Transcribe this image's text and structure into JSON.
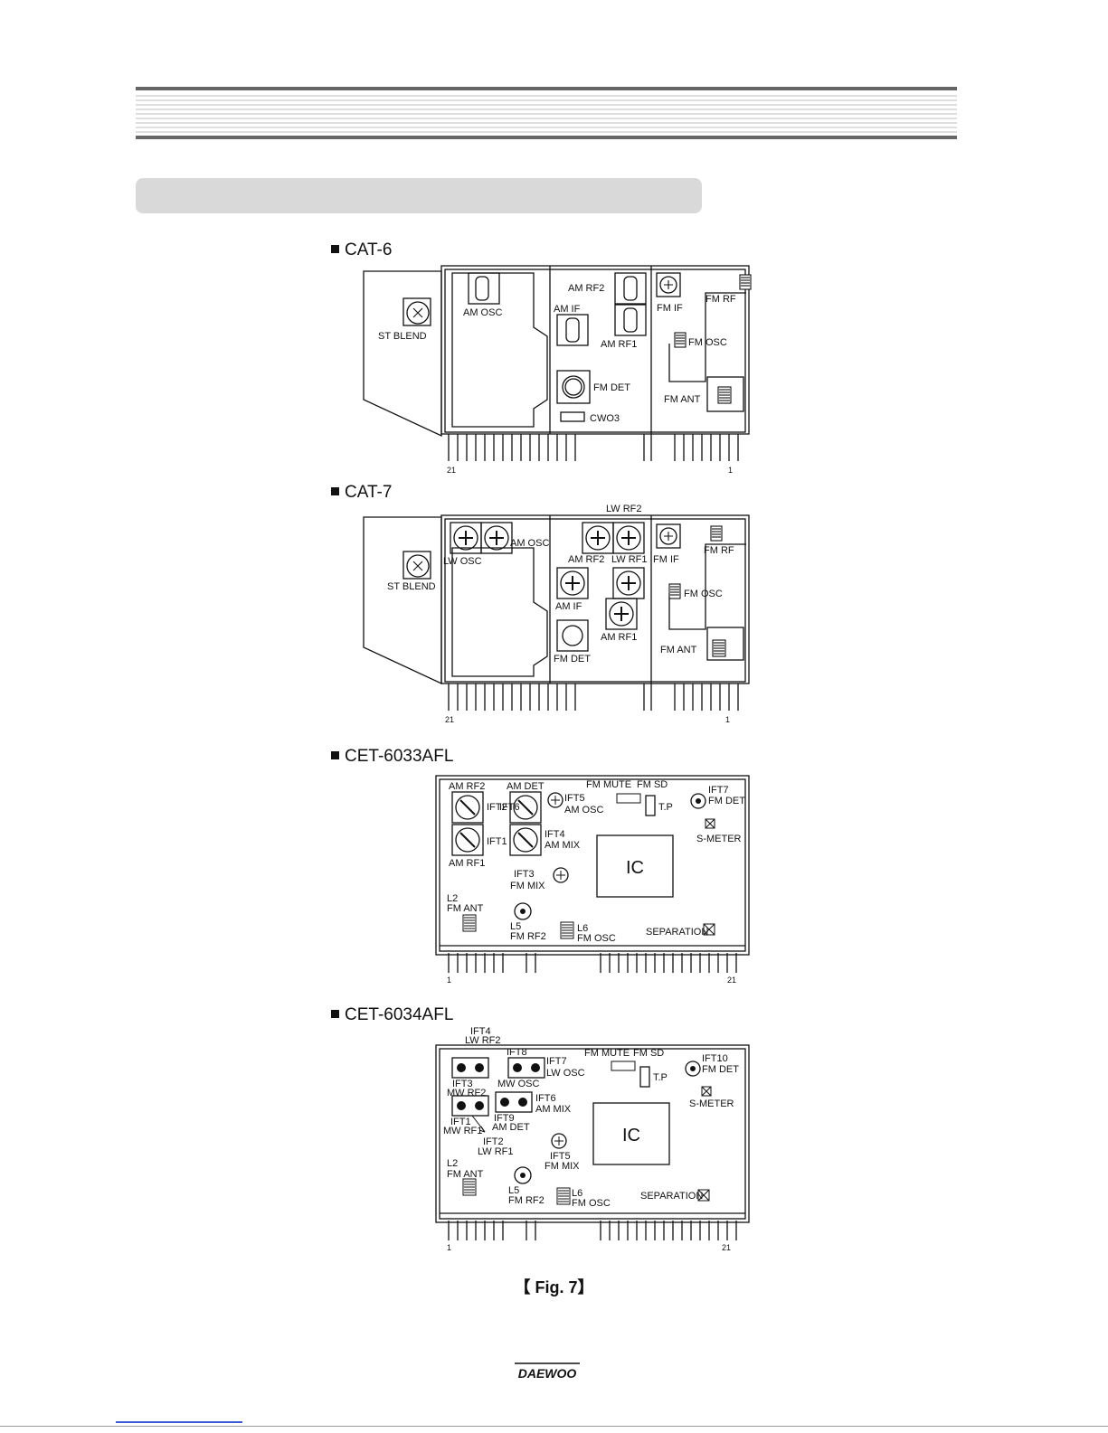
{
  "section_title": "",
  "modules": [
    {
      "title": "CAT-6",
      "labels": [
        "AM  OSC",
        "AM  RF2",
        "AM  IF",
        "AM  RF1",
        "FM  DET",
        "CWO3",
        "ST  BLEND",
        "FM  IF",
        "FM  RF",
        "FM  OSC",
        "FM  ANT"
      ],
      "pin_left": "21",
      "pin_right": "1"
    },
    {
      "title": "CAT-7",
      "labels": [
        "LW  RF2",
        "AM  OSC",
        "LW  OSC",
        "ST  BLEND",
        "AM  RF2",
        "LW  RF1",
        "AM  IF",
        "FM  DET",
        "AM  RF1",
        "FM  IF",
        "FM  RF",
        "FM  OSC",
        "FM  ANT"
      ],
      "pin_left": "21",
      "pin_right": "1"
    },
    {
      "title": "CET-6033AFL",
      "labels": [
        "AM  RF2",
        "IFT2",
        "IFT1",
        "AM  RF1",
        "AM  DET",
        "IFT6",
        "IFT5",
        "AM  OSC",
        "IFT4",
        "AM  MIX",
        "FM  MUTE",
        "FM  SD",
        "T.P",
        "IFT7",
        "FM  DET",
        "S-METER",
        "IC",
        "IFT3",
        "FM  MIX",
        "L2",
        "FM  ANT",
        "L5",
        "FM  RF2",
        "L6",
        "FM  OSC",
        "SEPARATION"
      ],
      "pin_left": "1",
      "pin_right": "21"
    },
    {
      "title": "CET-6034AFL",
      "labels": [
        "IFT4",
        "LW  RF2",
        "IFT8",
        "IFT7",
        "LW  OSC",
        "MW  OSC",
        "IFT3",
        "MW  RF2",
        "IFT6",
        "AM  MIX",
        "IFT9",
        "AM  DET",
        "IFT1",
        "MW  RF1",
        "IFT2",
        "LW  RF1",
        "IFT5",
        "FM  MIX",
        "FM  MUTE",
        "FM  SD",
        "T.P",
        "IFT10",
        "FM  DET",
        "S-METER",
        "IC",
        "L2",
        "FM  ANT",
        "L5",
        "FM  RF2",
        "L6",
        "FM  OSC",
        "SEPARATION"
      ],
      "pin_left": "1",
      "pin_right": "21"
    }
  ],
  "caption": "【 Fig.  7】",
  "logo_text": "DAEWOO"
}
